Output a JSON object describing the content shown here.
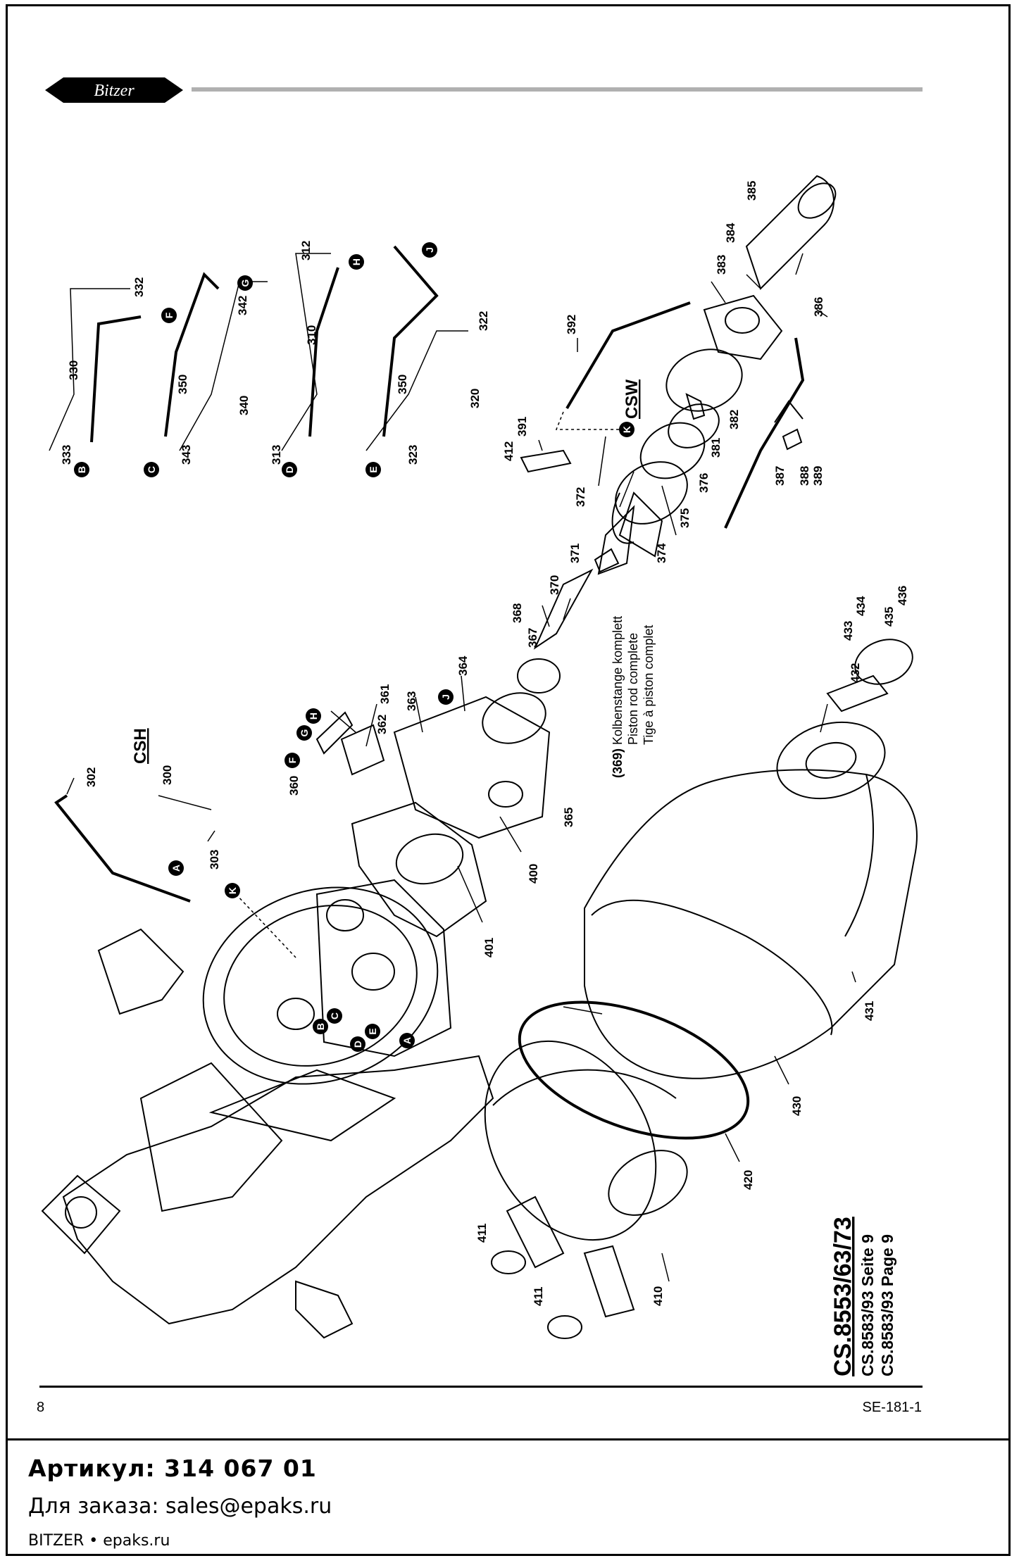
{
  "header": {
    "logo_text": "Bitzer"
  },
  "diagram": {
    "model_title": "CS.8553/63/73",
    "model_sub1": "CS.8583/93 Seite 9",
    "model_sub2": "CS.8583/93 Page 9",
    "csh_label": "CSH",
    "csw_label": "CSW",
    "note_ref": "(369)",
    "note_de": "Kolbenstange komplett",
    "note_en": "Piston rod complete",
    "note_fr": "Tige à piston complet",
    "part_labels": [
      "300",
      "302",
      "303",
      "310",
      "312",
      "313",
      "320",
      "322",
      "323",
      "330",
      "332",
      "333",
      "340",
      "342",
      "343",
      "350",
      "350",
      "360",
      "361",
      "362",
      "363",
      "364",
      "365",
      "367",
      "368",
      "370",
      "371",
      "372",
      "374",
      "375",
      "376",
      "381",
      "382",
      "383",
      "384",
      "385",
      "386",
      "387",
      "388",
      "389",
      "391",
      "392",
      "400",
      "401",
      "410",
      "411",
      "411",
      "412",
      "420",
      "430",
      "431",
      "432",
      "433",
      "434",
      "435",
      "436"
    ],
    "letter_markers": [
      "A",
      "A",
      "B",
      "B",
      "C",
      "C",
      "D",
      "D",
      "E",
      "E",
      "F",
      "F",
      "G",
      "G",
      "H",
      "H",
      "J",
      "J",
      "K",
      "K"
    ]
  },
  "footer": {
    "page_number": "8",
    "doc_id": "SE-181-1",
    "article": "Артикул: 314 067 01",
    "order": "Для заказа: sales@epaks.ru",
    "brand": "BITZER • epaks.ru"
  }
}
